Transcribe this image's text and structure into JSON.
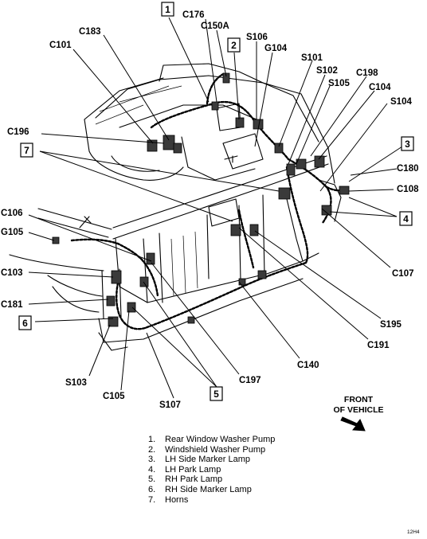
{
  "callouts": {
    "c176": "C176",
    "c150a": "C150A",
    "s106": "S106",
    "g104": "G104",
    "c183": "C183",
    "c101": "C101",
    "s101": "S101",
    "s102": "S102",
    "s105": "S105",
    "c198": "C198",
    "c104": "C104",
    "s104": "S104",
    "c196": "C196",
    "c180": "C180",
    "c108": "C108",
    "c106": "C106",
    "g105": "G105",
    "c107": "C107",
    "c103": "C103",
    "c181": "C181",
    "s195": "S195",
    "c191": "C191",
    "c140": "C140",
    "c197": "C197",
    "s103": "S103",
    "c105": "C105",
    "s107": "S107"
  },
  "boxes": {
    "b1": "1",
    "b2": "2",
    "b3": "3",
    "b4": "4",
    "b5": "5",
    "b6": "6",
    "b7": "7"
  },
  "front_label": {
    "line1": "FRONT",
    "line2": "OF VEHICLE"
  },
  "legend": [
    {
      "num": "1.",
      "text": "Rear Window Washer Pump"
    },
    {
      "num": "2.",
      "text": "Windshield Washer Pump"
    },
    {
      "num": "3.",
      "text": "LH Side Marker Lamp"
    },
    {
      "num": "4.",
      "text": "LH Park Lamp"
    },
    {
      "num": "5.",
      "text": "RH Park Lamp"
    },
    {
      "num": "6.",
      "text": "RH Side Marker Lamp"
    },
    {
      "num": "7.",
      "text": "Horns"
    }
  ],
  "figure_code": "12H4",
  "colors": {
    "ink": "#000000",
    "background": "#ffffff"
  }
}
